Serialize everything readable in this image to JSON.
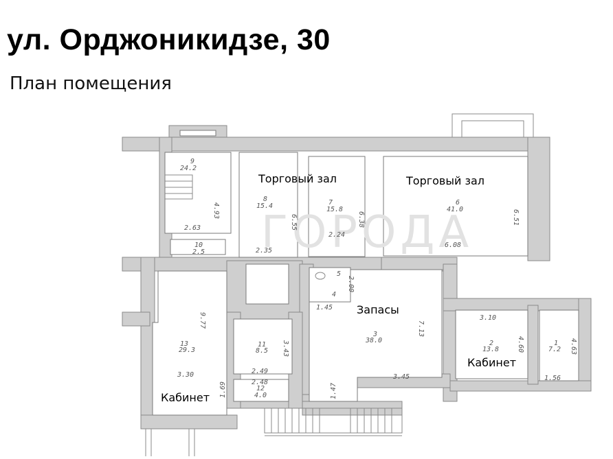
{
  "header": {
    "title": "ул. Орджоникидзе, 30",
    "subtitle": "План помещения"
  },
  "watermark": "ГОРОДА",
  "room_labels": {
    "trade_hall_1": "Торговый зал",
    "trade_hall_2": "Торговый зал",
    "storage": "Запасы",
    "office_left": "Кабинет",
    "office_right": "Кабинет"
  },
  "rooms": [
    {
      "id": "1",
      "area": "7.2",
      "dims": [
        "4.63",
        "1.56"
      ]
    },
    {
      "id": "2",
      "area": "13.8",
      "dims": [
        "3.10",
        "4.60"
      ]
    },
    {
      "id": "3",
      "area": "38.0",
      "dims": [
        "7.13",
        "3.45",
        "1.47",
        "1.45"
      ]
    },
    {
      "id": "4",
      "area": "",
      "dims": []
    },
    {
      "id": "5",
      "area": "",
      "dims": [
        "2.00"
      ]
    },
    {
      "id": "6",
      "area": "41.0",
      "dims": [
        "6.51",
        "6.08"
      ]
    },
    {
      "id": "7",
      "area": "15.8",
      "dims": [
        "6.38",
        "2.24"
      ]
    },
    {
      "id": "8",
      "area": "15.4",
      "dims": [
        "6.55",
        "2.35"
      ]
    },
    {
      "id": "9",
      "area": "24.2",
      "dims": [
        "4.93",
        "2.63"
      ]
    },
    {
      "id": "10",
      "area": "2.5",
      "dims": []
    },
    {
      "id": "11",
      "area": "8.5",
      "dims": [
        "3.43",
        "2.49"
      ]
    },
    {
      "id": "12",
      "area": "4.0",
      "dims": [
        "2.48",
        "1.69"
      ]
    },
    {
      "id": "13",
      "area": "29.3",
      "dims": [
        "9.77",
        "3.30"
      ]
    }
  ],
  "colors": {
    "wall": "#cfcfcf",
    "wall_outline": "#8a8a8a",
    "room": "#ffffff"
  }
}
